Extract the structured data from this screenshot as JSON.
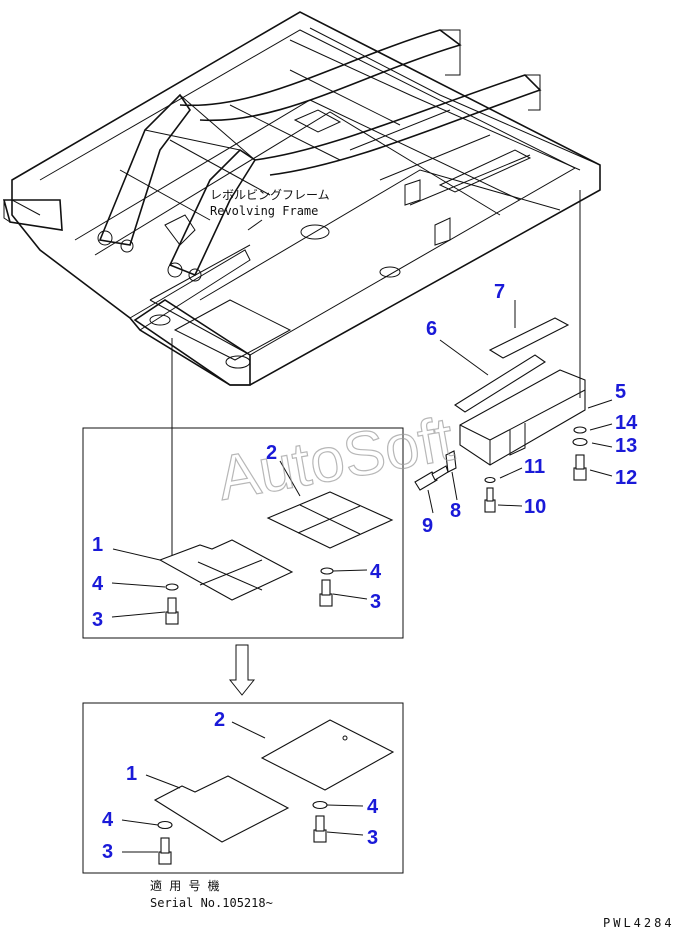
{
  "frame_label": {
    "jp": "レボルビングフレーム",
    "en": "Revolving Frame"
  },
  "watermark": "AutoSoft",
  "applicable": {
    "jp": "適 用 号 機",
    "serial": "Serial No.105218~"
  },
  "drawing_code": "PWL4284",
  "callouts": {
    "c1a": "1",
    "c2a": "2",
    "c3a": "3",
    "c3b": "3",
    "c4a": "4",
    "c4b": "4",
    "c5": "5",
    "c6": "6",
    "c7": "7",
    "c8": "8",
    "c9": "9",
    "c10": "10",
    "c11": "11",
    "c12": "12",
    "c13": "13",
    "c14": "14",
    "c1c": "1",
    "c2c": "2",
    "c3c": "3",
    "c3d": "3",
    "c4c": "4",
    "c4d": "4"
  },
  "colors": {
    "callout": "#1a1ad8",
    "line": "#111111",
    "watermark": "#9a9a9a"
  }
}
